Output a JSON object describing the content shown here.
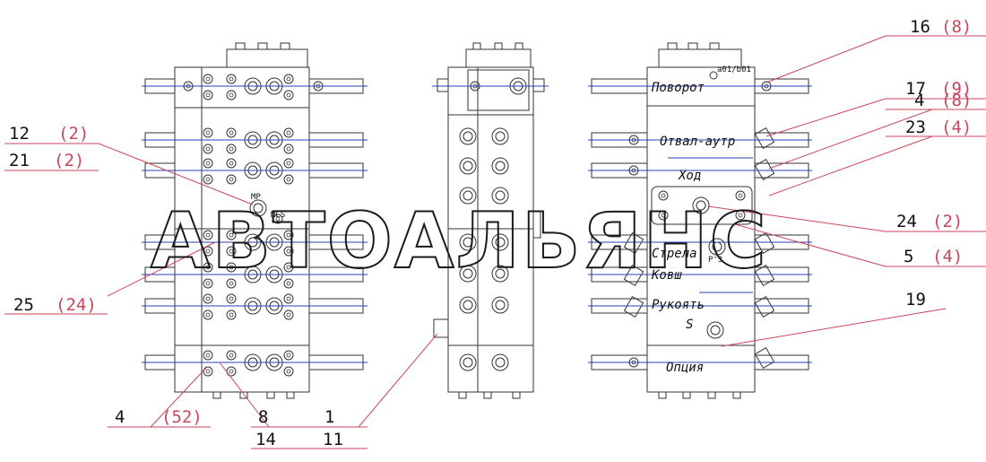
{
  "watermark": "АВТОАЛЬЯНС",
  "sections": {
    "povorot": "Поворот",
    "otval": "Отвал-аутр",
    "hod": "Ход",
    "strela": "Стрела",
    "kovsh": "Ковш",
    "rukoyat": "Рукоять",
    "opciya": "Опция",
    "s": "S"
  },
  "port_labels": {
    "a01b01": "a01/b01",
    "mp": "MP",
    "mls": "MLS",
    "p3": "P'3"
  },
  "callouts": [
    {
      "id": "c16",
      "num": "16",
      "qty": "(8)"
    },
    {
      "id": "c17",
      "num": "17",
      "qty": "(9)"
    },
    {
      "id": "c4r",
      "num": "4",
      "qty": "(8)"
    },
    {
      "id": "c23",
      "num": "23",
      "qty": "(4)"
    },
    {
      "id": "c24",
      "num": "24",
      "qty": "(2)"
    },
    {
      "id": "c5",
      "num": "5",
      "qty": "(4)"
    },
    {
      "id": "c19",
      "num": "19",
      "qty": ""
    },
    {
      "id": "c12",
      "num": "12",
      "qty": "(2)"
    },
    {
      "id": "c21",
      "num": "21",
      "qty": "(2)"
    },
    {
      "id": "c25",
      "num": "25",
      "qty": "(24)"
    },
    {
      "id": "c4l",
      "num": "4",
      "qty": "(52)"
    },
    {
      "id": "c8",
      "num": "8",
      "qty": ""
    },
    {
      "id": "c14",
      "num": "14",
      "qty": ""
    },
    {
      "id": "c1",
      "num": "1",
      "qty": ""
    },
    {
      "id": "c11",
      "num": "11",
      "qty": ""
    }
  ],
  "colors": {
    "line": "#333333",
    "red": "#c8475a",
    "blue": "#2b3fb0"
  }
}
